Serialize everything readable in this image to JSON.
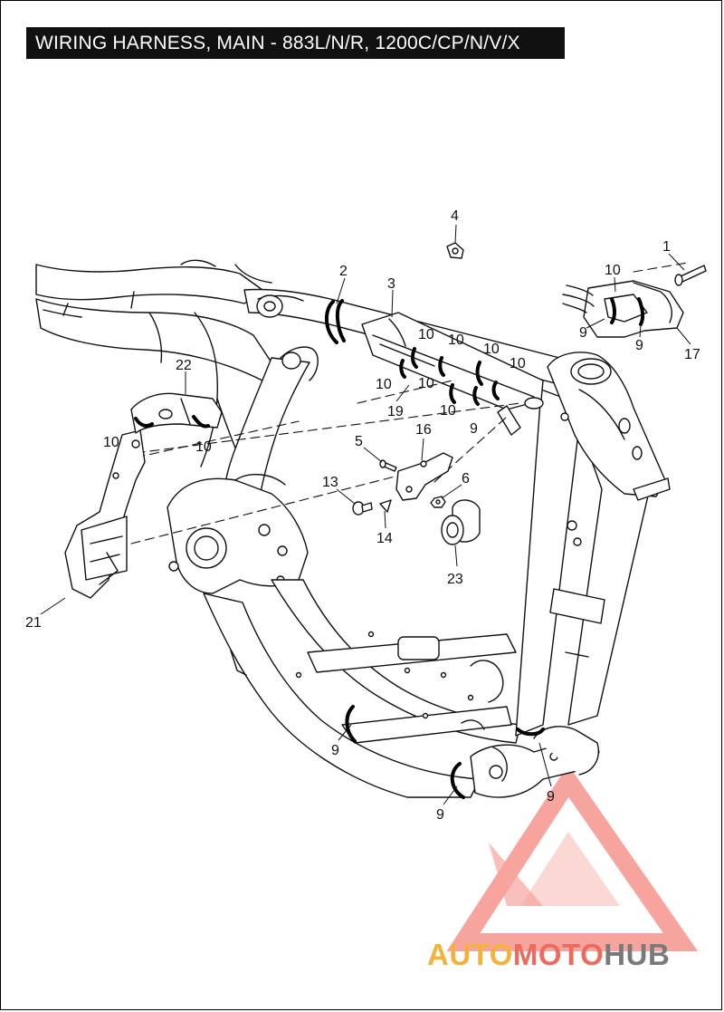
{
  "title": "WIRING HARNESS, MAIN - 883L/N/R, 1200C/CP/N/V/X",
  "callouts": {
    "c1": "1",
    "c2": "2",
    "c3": "3",
    "c4": "4",
    "c5": "5",
    "c6": "6",
    "c9a": "9",
    "c9b": "9",
    "c9c": "9",
    "c9d": "9",
    "c9e": "9",
    "c9f": "9",
    "c10a": "10",
    "c10b": "10",
    "c10c": "10",
    "c10d": "10",
    "c10e": "10",
    "c10f": "10",
    "c10g": "10",
    "c10h": "10",
    "c10i": "10",
    "c13": "13",
    "c14": "14",
    "c16": "16",
    "c17": "17",
    "c19": "19",
    "c21": "21",
    "c22": "22",
    "c23": "23"
  },
  "watermark": {
    "part_a": "AUTO",
    "part_b": "MOTO",
    "part_c": "HUB",
    "color_a": "#f2b33b",
    "color_b": "#ef6a5e",
    "color_c": "#7a7a7a"
  }
}
